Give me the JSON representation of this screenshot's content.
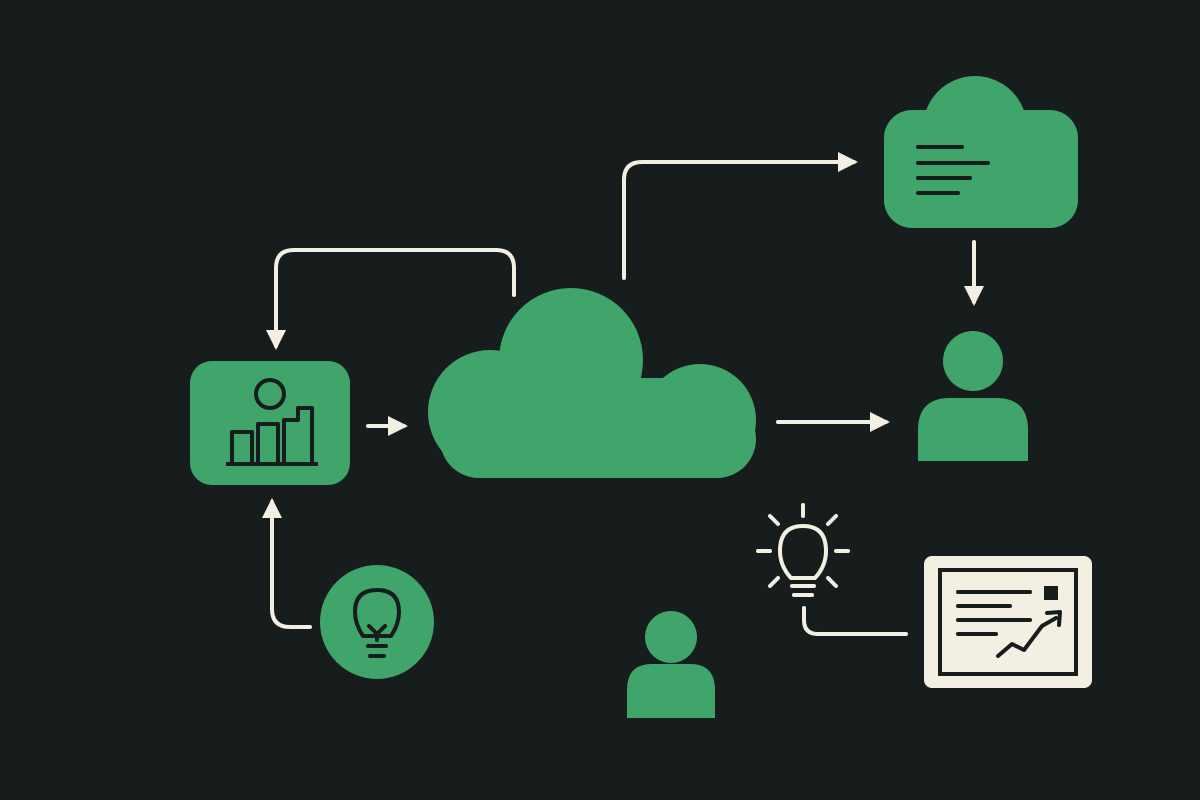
{
  "diagram": {
    "kind": "flow diagram",
    "colors": {
      "background": "#171c1d",
      "accent_green": "#3fa56a",
      "line": "#f3efe2",
      "ink": "#171c1d",
      "panel_fill": "#f3efe2"
    },
    "nodes": [
      {
        "id": "analytics-box",
        "icon": "analytics-person-chart-icon"
      },
      {
        "id": "central-cloud",
        "icon": "cloud-icon"
      },
      {
        "id": "document-cloud",
        "icon": "cloud-document-icon"
      },
      {
        "id": "user-right",
        "icon": "user-icon"
      },
      {
        "id": "lightbulb-circle",
        "icon": "lightbulb-icon"
      },
      {
        "id": "user-bottom",
        "icon": "user-icon"
      },
      {
        "id": "idea-lightbulb",
        "icon": "glowing-lightbulb-icon"
      },
      {
        "id": "report-panel",
        "icon": "report-trend-icon"
      }
    ],
    "connections": [
      {
        "from": "central-cloud",
        "to": "analytics-box",
        "arrow": true
      },
      {
        "from": "analytics-box",
        "to": "central-cloud",
        "arrow": true
      },
      {
        "from": "central-cloud",
        "to": "document-cloud",
        "arrow": true
      },
      {
        "from": "document-cloud",
        "to": "user-right",
        "arrow": true
      },
      {
        "from": "central-cloud",
        "to": "user-right",
        "arrow": true
      },
      {
        "from": "lightbulb-circle",
        "to": "analytics-box",
        "arrow": true
      },
      {
        "from": "idea-lightbulb",
        "to": "report-panel",
        "arrow": false
      }
    ]
  }
}
